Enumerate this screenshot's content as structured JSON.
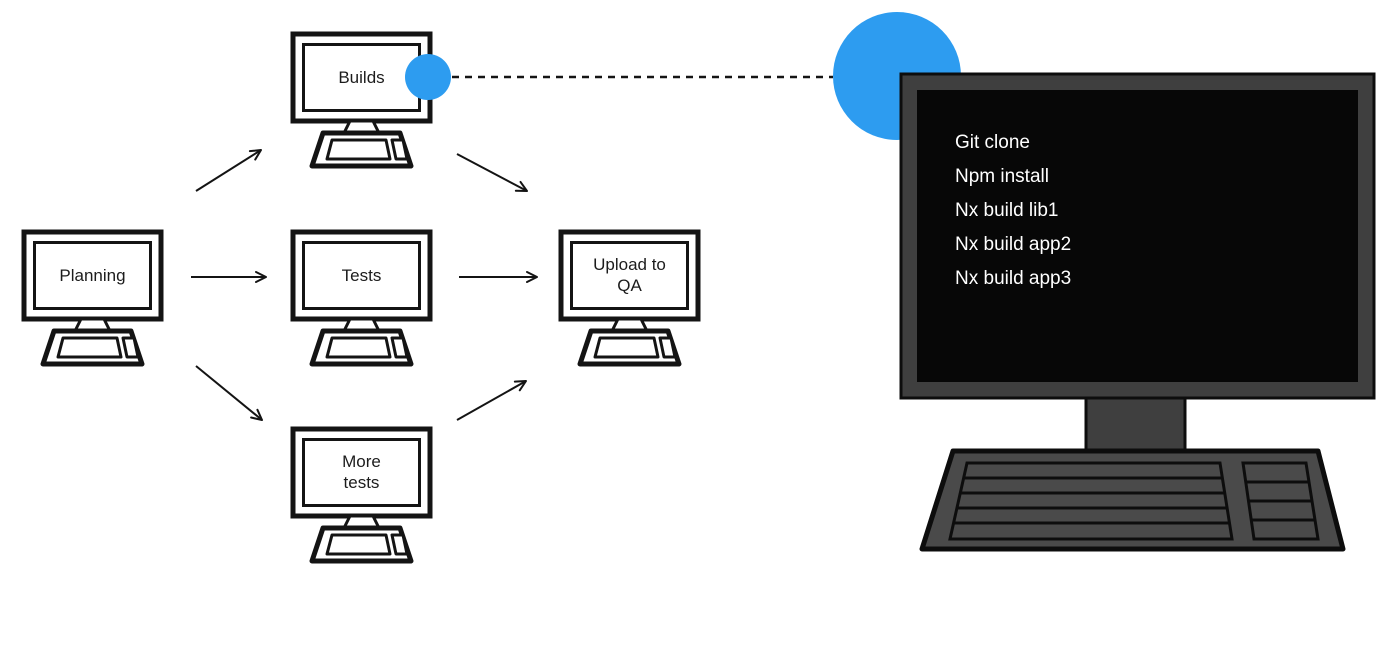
{
  "colors": {
    "accent_blue": "#2d9cf0",
    "line": "#141414",
    "terminal_background": "#070707",
    "monitor_frame": "#3f3f3f",
    "keyboard_fill": "#4a4a4a"
  },
  "diagram": {
    "nodes": [
      {
        "id": "planning",
        "label": "Planning"
      },
      {
        "id": "builds",
        "label": "Builds"
      },
      {
        "id": "tests",
        "label": "Tests"
      },
      {
        "id": "more-tests",
        "label": "More\ntests"
      },
      {
        "id": "upload-to-qa",
        "label": "Upload to\nQA"
      }
    ],
    "edges": [
      {
        "from": "planning",
        "to": "builds"
      },
      {
        "from": "planning",
        "to": "tests"
      },
      {
        "from": "planning",
        "to": "more-tests"
      },
      {
        "from": "builds",
        "to": "upload-to-qa"
      },
      {
        "from": "tests",
        "to": "upload-to-qa"
      },
      {
        "from": "more-tests",
        "to": "upload-to-qa"
      }
    ],
    "callout": {
      "description": "dashed connector from builds node to terminal screen"
    }
  },
  "terminal": {
    "lines": [
      "Git clone",
      "Npm install",
      "Nx build lib1",
      "Nx build app2",
      "Nx build app3"
    ]
  }
}
